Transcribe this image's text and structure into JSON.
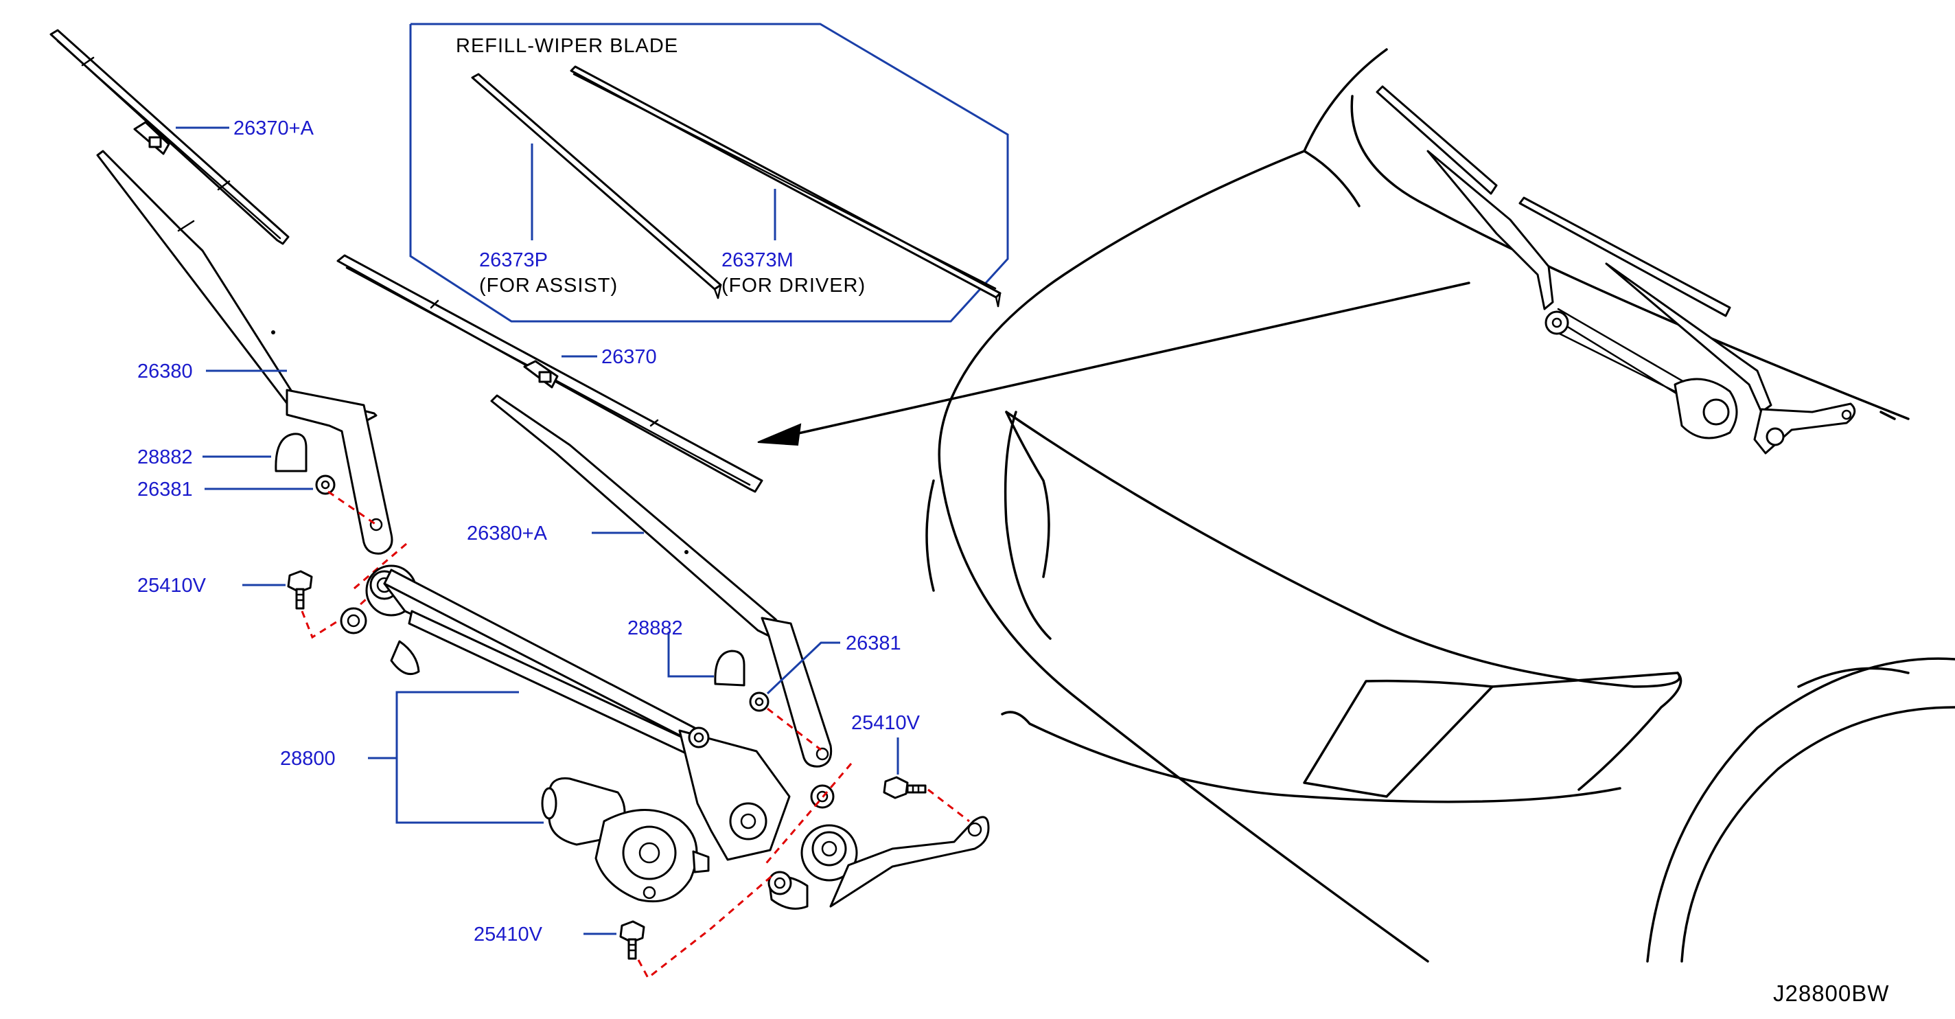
{
  "inset": {
    "title": "REFILL-WIPER  BLADE",
    "assist": {
      "part_number": "26373P",
      "note": "(FOR  ASSIST)"
    },
    "driver": {
      "part_number": "26373M",
      "note": "(FOR  DRIVER)"
    }
  },
  "callouts": {
    "blade_assist": "26370+A",
    "blade_driver": "26370",
    "arm_assist": "26380",
    "arm_driver": "26380+A",
    "cap_left": "28882",
    "cap_center": "28882",
    "nut_left": "26381",
    "nut_center": "26381",
    "bolt_left": "25410V",
    "bolt_right": "25410V",
    "bolt_bottom": "25410V",
    "linkage_motor": "28800"
  },
  "diagram_code": "J28800BW",
  "colors": {
    "callout_text": "#1a1acc",
    "leader_line": "#1a3fa8",
    "dashed_guide": "#e00000",
    "linework": "#000000"
  }
}
